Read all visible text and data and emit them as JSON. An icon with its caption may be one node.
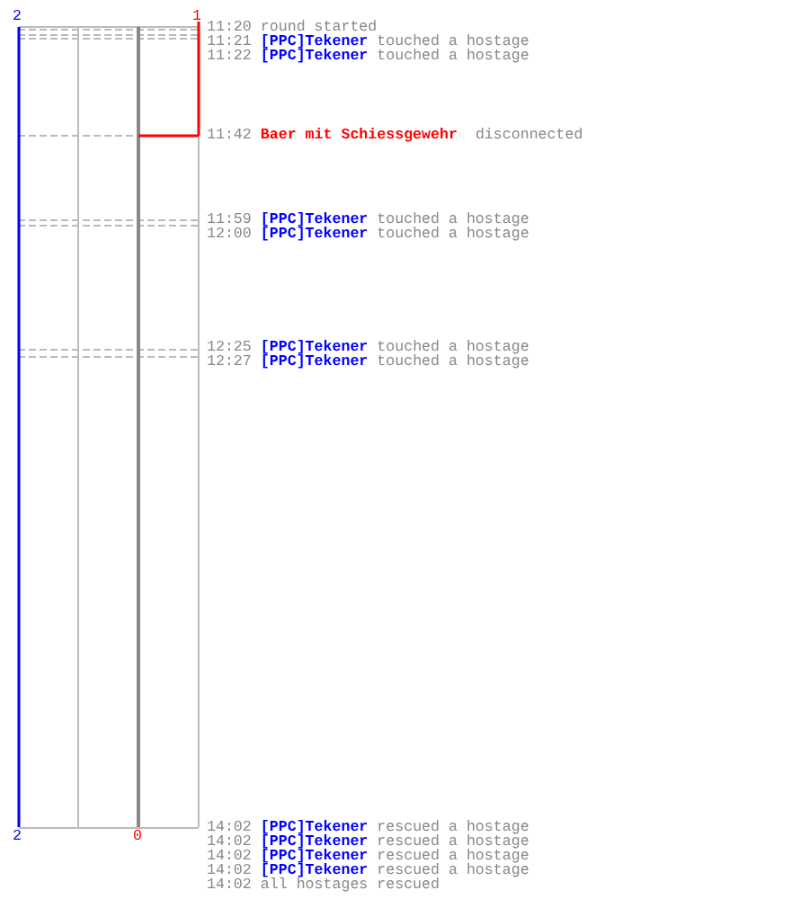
{
  "diagram": {
    "labels": [
      "2",
      "1",
      "11:20",
      "round started",
      "11:21",
      "[PPC]Tekener",
      "touched a hostage",
      "11:22",
      "[PPC]Tekener",
      "touched a hostage",
      "11:42",
      "Baer mit Schiessgewehr",
      "disconnected",
      "11:59",
      "[PPC]Tekener",
      "touched a hostage",
      "12:00",
      "[PPC]Tekener",
      "touched a hostage",
      "12:25",
      "[PPC]Tekener",
      "touched a hostage",
      "12:27",
      "[PPC]Tekener",
      "touched a hostage",
      "2",
      "0",
      "14:02",
      "[PPC]Tekener",
      "rescued a hostage",
      "14:02",
      "[PPC]Tekener",
      "rescued a hostage",
      "14:02",
      "[PPC]Tekener",
      "rescued a hostage",
      "14:02",
      "[PPC]Tekener",
      "rescued a hostage",
      "14:02",
      "all hostages rescued"
    ]
  }
}
